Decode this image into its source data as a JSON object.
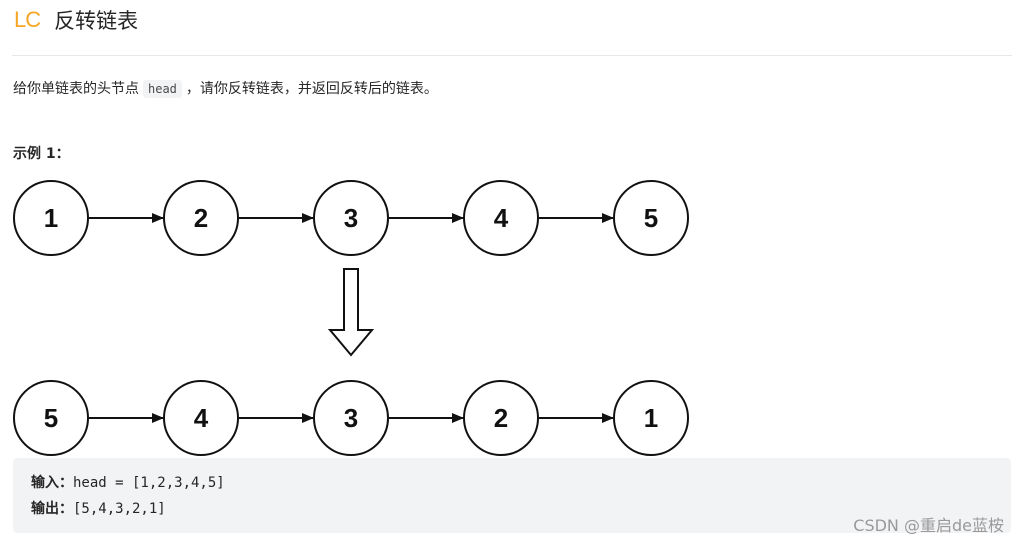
{
  "header": {
    "logo": "LC",
    "title": "反转链表"
  },
  "problem": {
    "desc_before": "给你单链表的头节点",
    "desc_code": "head",
    "desc_after": "，请你反转链表，并返回反转后的链表。"
  },
  "example": {
    "label": "示例 1：",
    "input_nodes": [
      "1",
      "2",
      "3",
      "4",
      "5"
    ],
    "output_nodes": [
      "5",
      "4",
      "3",
      "2",
      "1"
    ],
    "input_label": "输入：",
    "input_value": "head = [1,2,3,4,5]",
    "output_label": "输出：",
    "output_value": "[5,4,3,2,1]"
  },
  "watermark": "CSDN @重启de蓝桉",
  "colors": {
    "logo": "#f5a623",
    "code_bg": "#f2f3f5"
  }
}
